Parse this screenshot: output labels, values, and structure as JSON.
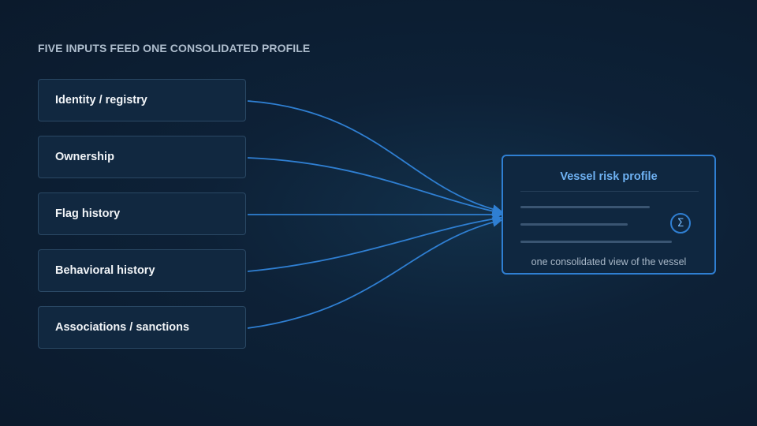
{
  "heading": "FIVE INPUTS FEED ONE CONSOLIDATED PROFILE",
  "inputs": [
    {
      "label": "Identity / registry"
    },
    {
      "label": "Ownership"
    },
    {
      "label": "Flag history"
    },
    {
      "label": "Behavioral history"
    },
    {
      "label": "Associations / sanctions"
    }
  ],
  "profile": {
    "title": "Vessel risk profile",
    "icon": "sigma-icon",
    "caption": "one consolidated view of the vessel"
  },
  "colors": {
    "accent": "#2f7fd2",
    "title": "#6fb2f3",
    "background": "#0b1a2c"
  }
}
